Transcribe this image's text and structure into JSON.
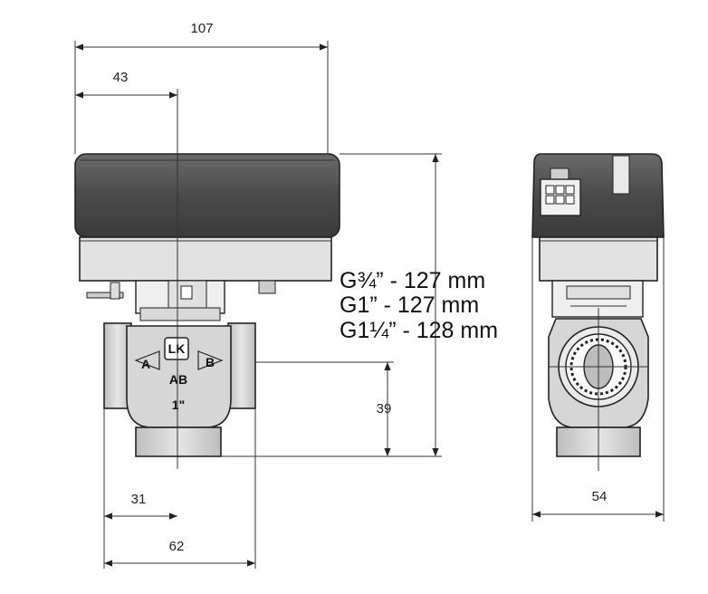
{
  "dimensions": {
    "overall_width": "107",
    "axis_offset": "43",
    "port_height": "39",
    "port_axis_offset": "31",
    "body_width": "62",
    "side_width": "54"
  },
  "height_specs": [
    "G¾” - 127 mm",
    "G1” - 127 mm",
    "G1¼” - 128 mm"
  ],
  "valve_markings": {
    "port_a": "A",
    "port_b": "B",
    "port_ab": "AB",
    "size": "1\"",
    "logo": "LK"
  },
  "colors": {
    "actuator_cover": "#4a4a4a",
    "actuator_base": "#e2e2e2",
    "valve_body": "#cfcfcf",
    "outline": "#222222"
  }
}
